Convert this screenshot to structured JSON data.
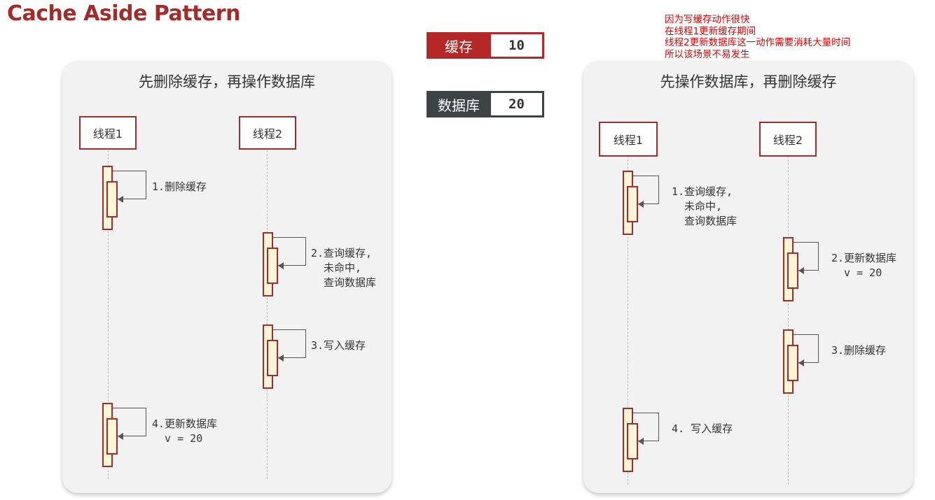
{
  "title": "Cache Aside Pattern",
  "note": [
    "因为写缓存动作很快",
    "在线程1更新缓存期间",
    "线程2更新数据库这一动作需要消耗大量时间",
    "所以该场景不易发生"
  ],
  "legend": {
    "cache_label": "缓存",
    "cache_value": "10",
    "db_label": "数据库",
    "db_value": "20"
  },
  "left_panel": {
    "title": "先删除缓存，再操作数据库",
    "thread1": "线程1",
    "thread2": "线程2",
    "steps": [
      "1.删除缓存",
      "2.查询缓存,\n  未命中,\n  查询数据库",
      "3.写入缓存",
      "4.更新数据库\n  v = 20"
    ]
  },
  "right_panel": {
    "title": "先操作数据库，再删除缓存",
    "thread1": "线程1",
    "thread2": "线程2",
    "steps": [
      "1.查询缓存,\n  未命中,\n  查询数据库",
      "2.更新数据库\n  v = 20",
      "3.删除缓存",
      "4. 写入缓存"
    ]
  }
}
